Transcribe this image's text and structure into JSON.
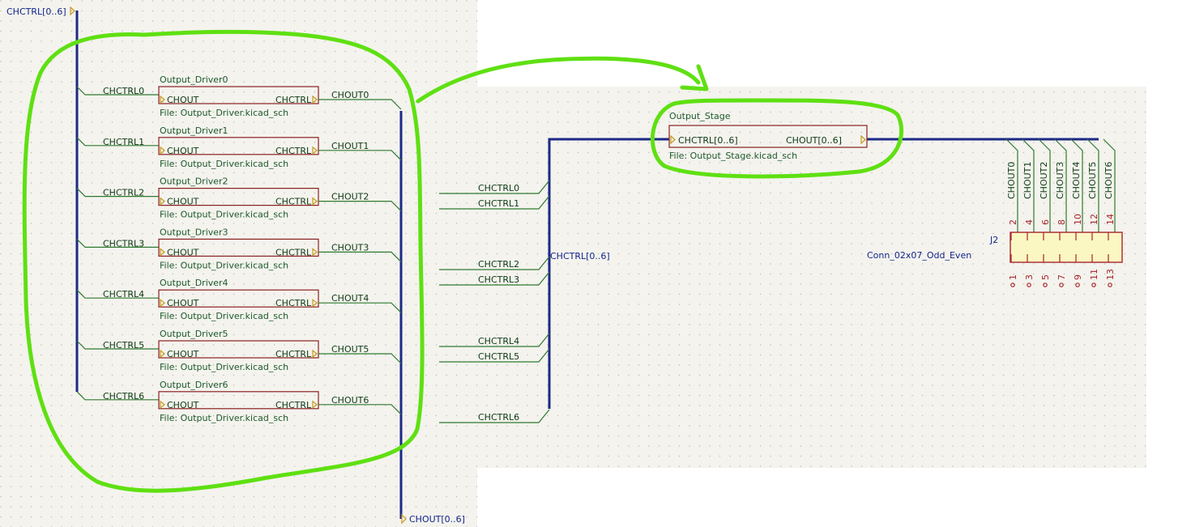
{
  "left_sheet": {
    "bus_in_label": "CHCTRL[0..6]",
    "bus_out_label": "CHOUT[0..6]",
    "drivers": [
      {
        "name": "Output_Driver0",
        "file": "File: Output_Driver.kicad_sch",
        "pin_in": "CHOUT",
        "pin_out": "CHCTRL",
        "net_in": "CHCTRL0",
        "net_out": "CHOUT0"
      },
      {
        "name": "Output_Driver1",
        "file": "File: Output_Driver.kicad_sch",
        "pin_in": "CHOUT",
        "pin_out": "CHCTRL",
        "net_in": "CHCTRL1",
        "net_out": "CHOUT1"
      },
      {
        "name": "Output_Driver2",
        "file": "File: Output_Driver.kicad_sch",
        "pin_in": "CHOUT",
        "pin_out": "CHCTRL",
        "net_in": "CHCTRL2",
        "net_out": "CHOUT2"
      },
      {
        "name": "Output_Driver3",
        "file": "File: Output_Driver.kicad_sch",
        "pin_in": "CHOUT",
        "pin_out": "CHCTRL",
        "net_in": "CHCTRL3",
        "net_out": "CHOUT3"
      },
      {
        "name": "Output_Driver4",
        "file": "File: Output_Driver.kicad_sch",
        "pin_in": "CHOUT",
        "pin_out": "CHCTRL",
        "net_in": "CHCTRL4",
        "net_out": "CHOUT4"
      },
      {
        "name": "Output_Driver5",
        "file": "File: Output_Driver.kicad_sch",
        "pin_in": "CHOUT",
        "pin_out": "CHCTRL",
        "net_in": "CHCTRL5",
        "net_out": "CHOUT5"
      },
      {
        "name": "Output_Driver6",
        "file": "File: Output_Driver.kicad_sch",
        "pin_in": "CHOUT",
        "pin_out": "CHCTRL",
        "net_in": "CHCTRL6",
        "net_out": "CHOUT6"
      }
    ]
  },
  "right_sheet": {
    "output_stage": {
      "name": "Output_Stage",
      "file": "File: Output_Stage.kicad_sch",
      "pin_in": "CHCTRL[0..6]",
      "pin_out": "CHOUT[0..6]"
    },
    "ctrl_nets": [
      "CHCTRL0",
      "CHCTRL1",
      "CHCTRL2",
      "CHCTRL3",
      "CHCTRL4",
      "CHCTRL5",
      "CHCTRL6"
    ],
    "ctrl_bus_label": "CHCTRL[0..6]",
    "out_nets": [
      "CHOUT0",
      "CHOUT1",
      "CHOUT2",
      "CHOUT3",
      "CHOUT4",
      "CHOUT5",
      "CHOUT6"
    ],
    "connector": {
      "ref": "J2",
      "value": "Conn_02x07_Odd_Even",
      "top_pins": [
        "2",
        "4",
        "6",
        "8",
        "10",
        "12",
        "14"
      ],
      "bottom_pins": [
        "1",
        "3",
        "5",
        "7",
        "9",
        "11",
        "13"
      ]
    }
  },
  "colors": {
    "sheet_background": "#f4f3ee",
    "bus": "#1b2a86",
    "wire": "#2f7a2f",
    "sheet_border": "#8a2020",
    "highlight": "#5fe012",
    "connector_fill": "#fbf7c2"
  }
}
